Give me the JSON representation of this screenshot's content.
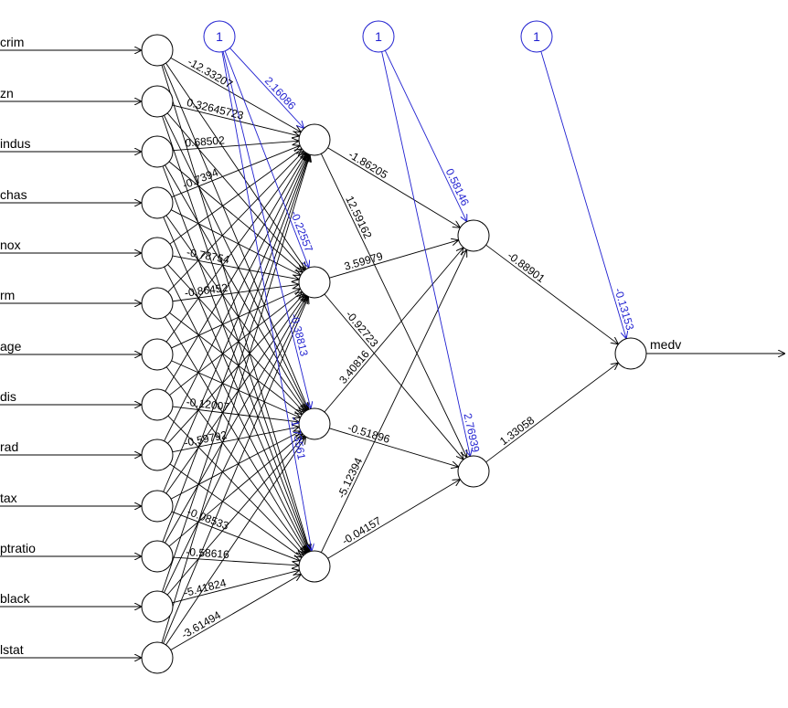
{
  "inputs": [
    "crim",
    "zn",
    "indus",
    "chas",
    "nox",
    "rm",
    "age",
    "dis",
    "rad",
    "tax",
    "ptratio",
    "black",
    "lstat"
  ],
  "bias_label": "1",
  "output": "medv",
  "colors": {
    "weights": "#000000",
    "bias": "#1f1fd0"
  },
  "input_weight_labels": [
    {
      "from": 0,
      "to": 0,
      "value": "-12.33207"
    },
    {
      "from": 1,
      "to": 0,
      "value": "0.32645723"
    },
    {
      "from": 2,
      "to": 0,
      "value": "0.68502"
    },
    {
      "from": 3,
      "to": 0,
      "value": "-0.7394"
    },
    {
      "from": 4,
      "to": 1,
      "value": "-0.78754"
    },
    {
      "from": 5,
      "to": 1,
      "value": "-0.86452"
    },
    {
      "from": 7,
      "to": 2,
      "value": "-0.12007"
    },
    {
      "from": 8,
      "to": 2,
      "value": "-0.59792"
    },
    {
      "from": 9,
      "to": 3,
      "value": "-0.08533"
    },
    {
      "from": 10,
      "to": 3,
      "value": "-0.58616"
    },
    {
      "from": 11,
      "to": 3,
      "value": "-5.41824"
    },
    {
      "from": 12,
      "to": 3,
      "value": "-3.61494"
    }
  ],
  "hidden1_bias_labels": [
    "2.16086",
    "-0.22557",
    "-0.38813",
    "-1.73561"
  ],
  "hidden2_bias_labels": [
    "0.58146",
    "2.76939"
  ],
  "output_bias_label": "-0.13153",
  "h1_to_h2_labels": [
    {
      "from": 0,
      "to": 0,
      "value": "-1.86205"
    },
    {
      "from": 0,
      "to": 1,
      "value": "12.59162"
    },
    {
      "from": 1,
      "to": 0,
      "value": "3.59979"
    },
    {
      "from": 1,
      "to": 1,
      "value": "-0.92723"
    },
    {
      "from": 2,
      "to": 0,
      "value": "3.40816"
    },
    {
      "from": 2,
      "to": 1,
      "value": "-0.51896"
    },
    {
      "from": 3,
      "to": 0,
      "value": "-5.12394"
    },
    {
      "from": 3,
      "to": 1,
      "value": "-0.04157"
    }
  ],
  "h2_to_out_labels": [
    "-0.88901",
    "1.33058"
  ]
}
